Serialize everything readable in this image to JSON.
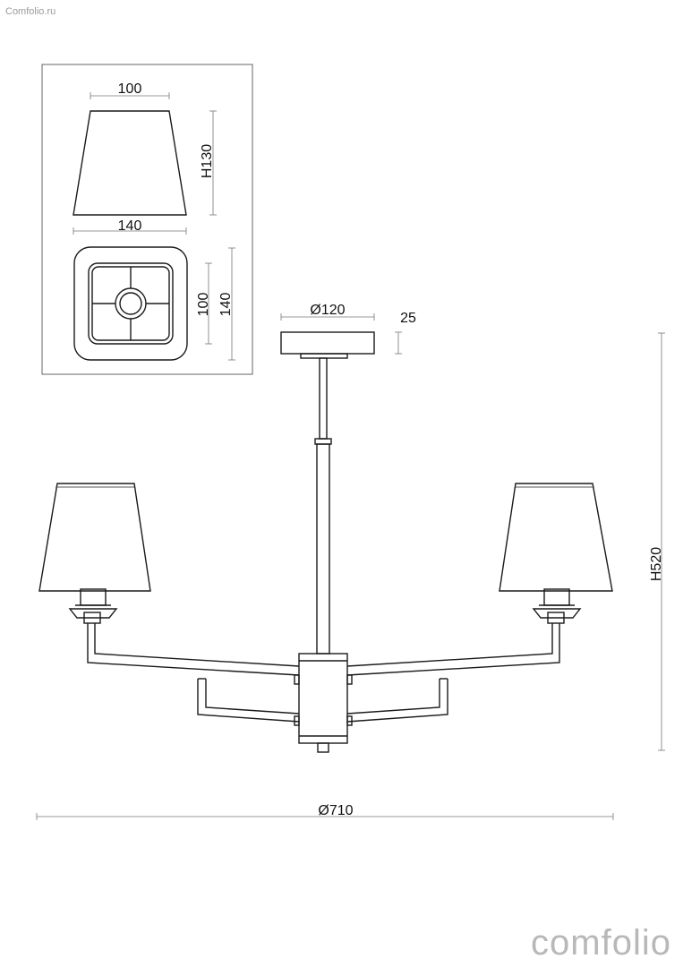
{
  "watermark": {
    "top_left": "Comfolio.ru",
    "bottom_right": "comfolio"
  },
  "dimensions": {
    "shade_top_width": "100",
    "shade_bottom_width": "140",
    "shade_height": "H130",
    "shade_plan_inner": "100",
    "shade_plan_outer": "140",
    "canopy_diameter": "Ø120",
    "canopy_height": "25",
    "total_height": "H520",
    "total_diameter": "Ø710"
  },
  "colors": {
    "line": "#1a1a1a",
    "dimension": "#777777",
    "watermark": "#b8b8b8"
  }
}
